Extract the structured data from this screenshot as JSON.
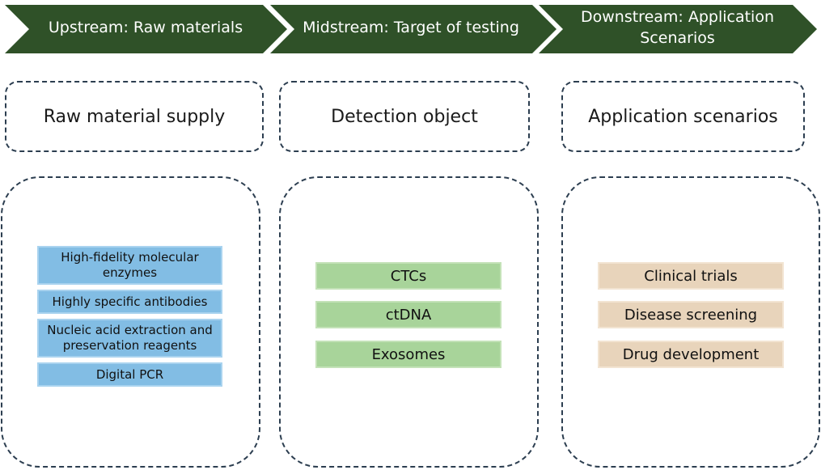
{
  "stages": [
    {
      "label": "Upstream: Raw materials"
    },
    {
      "label": "Midstream: Target of testing"
    },
    {
      "label": "Downstream: Application Scenarios"
    }
  ],
  "columns": [
    {
      "title": "Raw material supply",
      "items": [
        "High-fidelity molecular enzymes",
        "Highly specific antibodies",
        "Nucleic acid extraction and preservation reagents",
        "Digital PCR"
      ]
    },
    {
      "title": "Detection object",
      "items": [
        "CTCs",
        "ctDNA",
        "Exosomes"
      ]
    },
    {
      "title": "Application scenarios",
      "items": [
        "Clinical trials",
        "Disease screening",
        "Drug development"
      ]
    }
  ],
  "colors": {
    "chevron": "#2f5128",
    "dashed_border": "#2c3e50",
    "upstream_item": "#82bde4",
    "midstream_item": "#a8d49a",
    "downstream_item": "#e8d4bb"
  }
}
